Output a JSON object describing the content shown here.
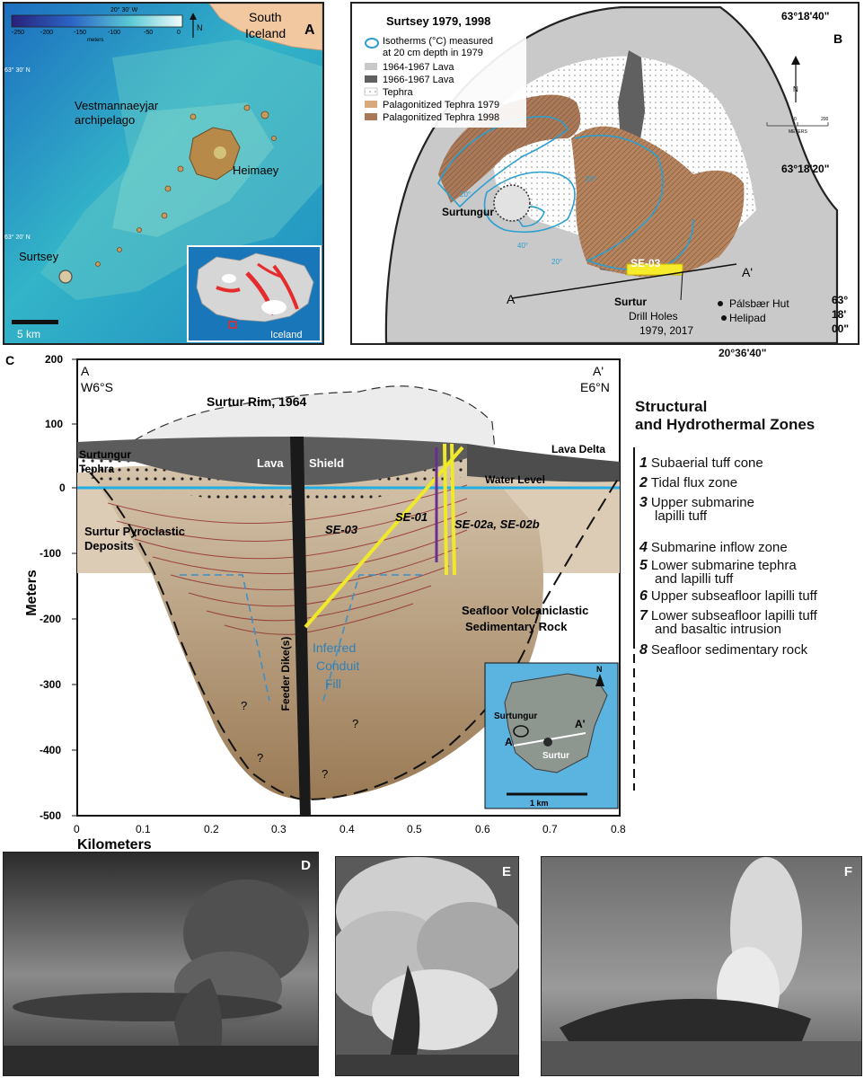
{
  "panelA": {
    "label": "A",
    "legend_values": [
      "-250",
      "-200",
      "-150",
      "-100",
      "-50",
      "0"
    ],
    "legend_units": "meters",
    "longitude": "20° 30' W",
    "lat_top": "63° 30' N",
    "lat_bottom": "63° 20' N",
    "south_iceland": [
      "South",
      "Iceland"
    ],
    "archipelago": [
      "Vestmannaeyjar",
      "archipelago"
    ],
    "heimaey": "Heimaey",
    "surtsey": "Surtsey",
    "scale": "5 km",
    "inset": "Iceland",
    "north": "N"
  },
  "panelB": {
    "label": "B",
    "title": "Surtsey 1979, 1998",
    "legend": [
      {
        "label": "Isotherms (°C) measured at 20 cm depth in 1979",
        "color": "#2a9fd0"
      },
      {
        "label": "1964-1967 Lava",
        "color": "#c8c8c8"
      },
      {
        "label": "1966-1967 Lava",
        "color": "#606060"
      },
      {
        "label": "Tephra",
        "color": "#ffffff"
      },
      {
        "label": "Palagonitized Tephra 1979",
        "color": "#d9a97e"
      },
      {
        "label": "Palagonitized Tephra 1998",
        "color": "#a9795a"
      }
    ],
    "lat1": "63°18'40\"",
    "lat2": "63°18'20\"",
    "lat3": [
      "63°",
      "18'",
      "00\""
    ],
    "lon": "20°36'40\"",
    "surtungur": "Surtungur",
    "surtur": "Surtur",
    "se03": "SE-03",
    "a": "A",
    "a_prime": "A'",
    "drill": [
      "Drill Holes",
      "1979, 2017"
    ],
    "hut": "Pálsbær Hut",
    "helipad": "Helipad",
    "north": "N",
    "scale_ticks": [
      "0",
      "200"
    ],
    "scale_units": "METERS",
    "iso_labels": [
      "20°",
      "40°",
      "20°",
      "20°"
    ]
  },
  "panelC": {
    "label": "C",
    "a_label": "A",
    "a_dir": "W6°S",
    "ap_label": "A'",
    "ap_dir": "E6°N",
    "ylabel": "Meters",
    "xlabel": "Kilometers",
    "yticks": [
      "200",
      "100",
      "0",
      "-100",
      "-200",
      "-300",
      "-400",
      "-500"
    ],
    "xticks": [
      "0",
      "0.1",
      "0.2",
      "0.3",
      "0.4",
      "0.5",
      "0.6",
      "0.7",
      "0.8"
    ],
    "surtur_rim": "Surtur Rim, 1964",
    "lava": "Lava",
    "shield": "Shield",
    "lava_delta": "Lava Delta",
    "surtungur_tephra": [
      "Surtungur",
      "Tephra"
    ],
    "water_level": "Water Level",
    "pyroclastic": [
      "Surtur Pyroclastic",
      "Deposits"
    ],
    "se03": "SE-03",
    "se01": "SE-01",
    "se02": "SE-02a, SE-02b",
    "feeder": "Feeder Dike(s)",
    "conduit": [
      "Inferred",
      "Conduit",
      "Fill"
    ],
    "seafloor": [
      "Seafloor Volcaniclastic",
      "Sedimentary Rock"
    ],
    "question": "?",
    "inset": {
      "surtungur": "Surtungur",
      "a": "A",
      "ap": "A'",
      "surtur": "Surtur",
      "scale": "1 km",
      "north": "N"
    }
  },
  "zones": {
    "title": [
      "Structural",
      "and Hydrothermal Zones"
    ],
    "items": [
      {
        "num": "1",
        "text": [
          "Subaerial tuff cone"
        ]
      },
      {
        "num": "2",
        "text": [
          "Tidal flux zone"
        ]
      },
      {
        "num": "3",
        "text": [
          "Upper submarine",
          "lapilli tuff"
        ]
      },
      {
        "num": "4",
        "text": [
          "Submarine inflow zone"
        ]
      },
      {
        "num": "5",
        "text": [
          "Lower submarine tephra",
          "and lapilli tuff"
        ]
      },
      {
        "num": "6",
        "text": [
          "Upper subseafloor lapilli tuff"
        ]
      },
      {
        "num": "7",
        "text": [
          "Lower subseafloor lapilli tuff",
          "and basaltic intrusion"
        ]
      },
      {
        "num": "8",
        "text": [
          "Seafloor sedimentary rock"
        ]
      }
    ]
  },
  "photos": {
    "d": "D",
    "e": "E",
    "f": "F"
  }
}
